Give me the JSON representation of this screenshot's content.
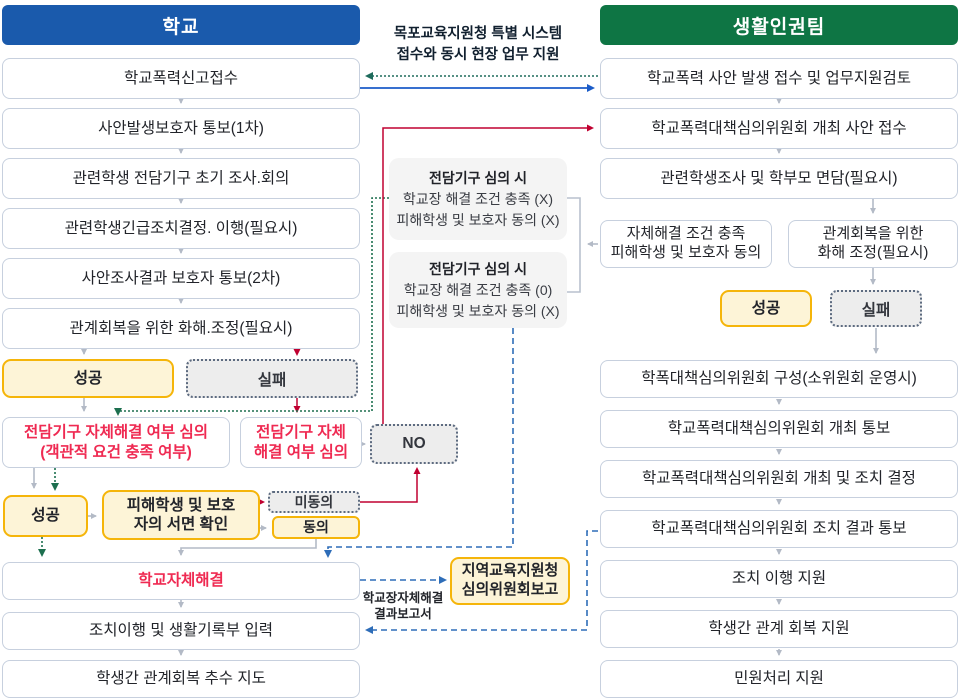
{
  "left_column": {
    "header": "학교",
    "steps": [
      "학교폭력신고접수",
      "사안발생보호자 통보(1차)",
      "관련학생 전담기구 초기 조사.회의",
      "관련학생긴급조치결정. 이행(필요시)",
      "사안조사결과 보호자 통보(2차)",
      "관계회복을 위한 화해.조정(필요시)"
    ],
    "success_label": "성공",
    "fail_label": "실패",
    "review_wide_line1": "전담기구 자체해결 여부 심의",
    "review_wide_line2": "(객관적 요건 충족 여부)",
    "review_narrow_line1": "전담기구 자체",
    "review_narrow_line2": "해결 여부 심의",
    "success2_label": "성공",
    "written_confirm_line1": "피해학생 및 보호",
    "written_confirm_line2": "자의 서면 확인",
    "disagree_label": "미동의",
    "agree_label": "동의",
    "self_resolution": "학교자체해결",
    "record_entry": "조치이행 및 생활기록부 입력",
    "followup": "학생간 관계회복 추수 지도"
  },
  "middle": {
    "top_note_line1": "목포교육지원청 특별 시스템",
    "top_note_line2": "접수와 동시 현장 업무 지원",
    "case1_title": "전담기구 심의 시",
    "case1_line1": "학교장 해결 조건 충족 (X)",
    "case1_line2": "피해학생 및 보호자 동의 (X)",
    "case2_title": "전담기구 심의 시",
    "case2_line1": "학교장 해결 조건 충족 (0)",
    "case2_line2": "피해학생 및 보호자 동의 (X)",
    "no_label": "NO",
    "report_box_line1": "지역교육지원청",
    "report_box_line2": "심의위원회보고",
    "report_note_line1": "학교장자체해결",
    "report_note_line2": "결과보고서"
  },
  "right_column": {
    "header": "생활인권팀",
    "step1": "학교폭력 사안 발생 접수 및 업무지원검토",
    "step2": "학교폭력대책심의위원회 개최 사안 접수",
    "step3": "관련학생조사 및 학부모 면담(필요시)",
    "cond_line1": "자체해결 조건 충족",
    "cond_line2": "피해학생 및 보호자 동의",
    "mediation_line1": "관계회복을 위한",
    "mediation_line2": "화해 조정(필요시)",
    "success_label": "성공",
    "fail_label": "실패",
    "step4": "학폭대책심의위원회 구성(소위원회 운영시)",
    "step5": "학교폭력대책심의위원회 개최 통보",
    "step6": "학교폭력대책심의위원회 개최 및 조치 결정",
    "step7": "학교폭력대책심의위원회 조치 결과 통보",
    "step8": "조치 이행 지원",
    "step9": "학생간 관계 회복 지원",
    "step10": "민원처리 지원"
  },
  "colors": {
    "header_blue": "#1a5aac",
    "header_green": "#0e7544",
    "yellow_border": "#f5b50a",
    "yellow_fill": "#fdf4d7",
    "red_accent": "#ef2a52",
    "red_line": "#c00030",
    "green_line": "#1d6f4f",
    "blue_dashed": "#2e6db8",
    "blue_solid": "#1b5cc8",
    "gray_line": "#b3bac6"
  }
}
